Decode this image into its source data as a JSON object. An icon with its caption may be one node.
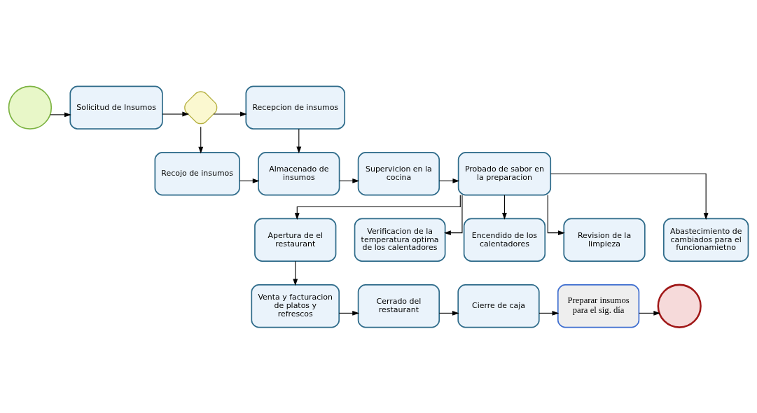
{
  "diagram": {
    "nodes": [
      {
        "text": [],
        "shape": "circle"
      },
      {
        "text": [
          "Solicitud de Insumos"
        ]
      },
      {
        "text": [],
        "shape": "diamond"
      },
      {
        "text": [
          "Recepcion de insumos"
        ]
      },
      {
        "text": [
          "Recojo de insumos"
        ]
      },
      {
        "text": [
          "Almacenado de insumos"
        ]
      },
      {
        "text": [
          "Supervicion en la cocina"
        ]
      },
      {
        "text": [
          "Probado de sabor en la preparacion"
        ]
      },
      {
        "text": [
          "Apertura de el restaurant"
        ]
      },
      {
        "text": [
          "Verificacion de la temperatura optima de los calentadores"
        ]
      },
      {
        "text": [
          "Encendido de los calentadores"
        ]
      },
      {
        "text": [
          "Revision de la limpieza"
        ]
      },
      {
        "text": [
          "Abastecimiento de cambiados para el funcionamietno"
        ]
      },
      {
        "text": [
          "Venta y facturacion de platos y refrescos"
        ]
      },
      {
        "text": [
          "Cerrado del restaurant"
        ]
      },
      {
        "text": [
          "Cierre de caja"
        ]
      },
      {
        "text": [
          "Preparar insumos para el sig. día"
        ]
      },
      {
        "text": [],
        "shape": "circle"
      }
    ],
    "edges": [
      {
        "from": 0,
        "to": 1,
        "arrow": "to"
      },
      {
        "from": 1,
        "to": 2,
        "arrow": "to"
      },
      {
        "from": 2,
        "to": 3,
        "arrow": "to"
      },
      {
        "from": 2,
        "to": 4,
        "arrow": "to"
      },
      {
        "from": 3,
        "to": 5,
        "arrow": "to"
      },
      {
        "from": 4,
        "to": 5,
        "arrow": "to"
      },
      {
        "from": 5,
        "to": 6,
        "arrow": "to"
      },
      {
        "from": 6,
        "to": 7,
        "arrow": "to"
      },
      {
        "from": 7,
        "to": 8,
        "arrow": "to"
      },
      {
        "from": 7,
        "to": 9,
        "arrow": "to"
      },
      {
        "from": 7,
        "to": 10,
        "arrow": "to"
      },
      {
        "from": 7,
        "to": 11,
        "arrow": "to"
      },
      {
        "from": 7,
        "to": 12,
        "arrow": "to"
      },
      {
        "from": 8,
        "to": 13,
        "arrow": "to"
      },
      {
        "from": 13,
        "to": 14,
        "arrow": "to"
      },
      {
        "from": 14,
        "to": 15,
        "arrow": "to"
      },
      {
        "from": 15,
        "to": 16,
        "arrow": "to"
      },
      {
        "from": 16,
        "to": 17,
        "arrow": "to"
      }
    ]
  }
}
